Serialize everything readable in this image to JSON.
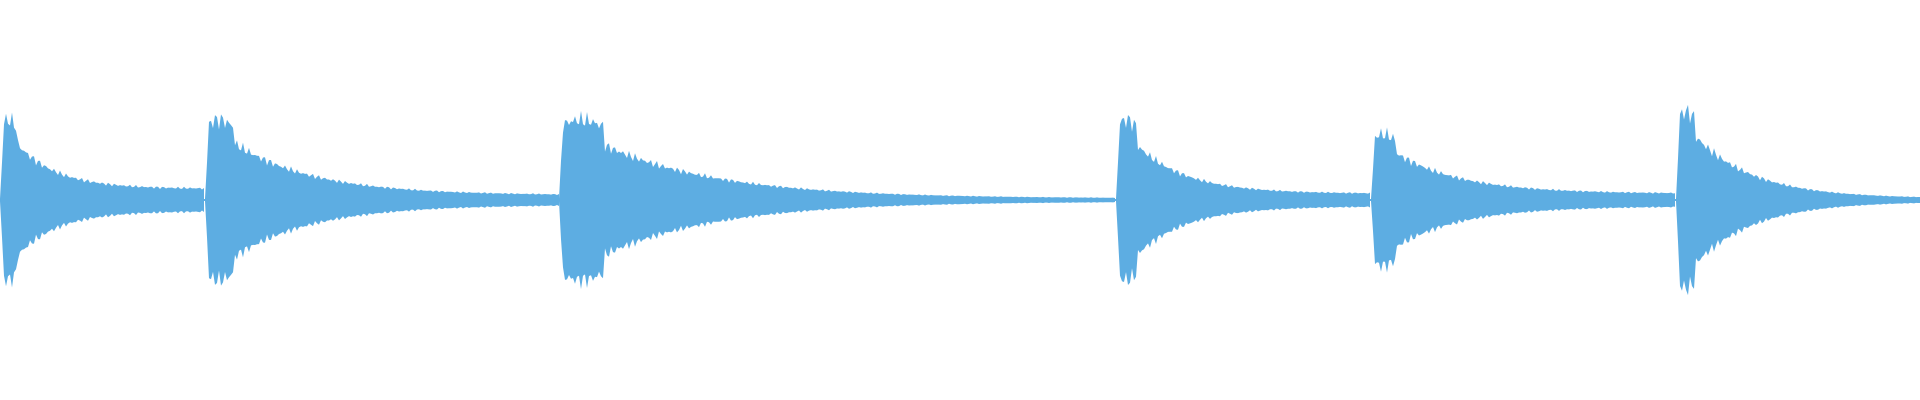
{
  "waveform": {
    "color": "#5dade2",
    "background": "#ffffff",
    "duration_fraction_visible": 1.0,
    "segments": [
      {
        "onset": 0.0,
        "peak": 0.5,
        "decay": 3.2,
        "floor": 0.07,
        "end": 0.107
      },
      {
        "onset": 0.107,
        "peak": 0.5,
        "decay": 2.8,
        "floor": 0.03,
        "end": 0.291
      },
      {
        "onset": 0.291,
        "peak": 0.5,
        "decay": 3.0,
        "floor": 0.01,
        "end": 0.581
      },
      {
        "onset": 0.581,
        "peak": 0.5,
        "decay": 3.2,
        "floor": 0.04,
        "end": 0.714
      },
      {
        "onset": 0.714,
        "peak": 0.41,
        "decay": 2.9,
        "floor": 0.04,
        "end": 0.873
      },
      {
        "onset": 0.873,
        "peak": 0.55,
        "decay": 2.6,
        "floor": 0.01,
        "end": 1.0
      }
    ]
  }
}
